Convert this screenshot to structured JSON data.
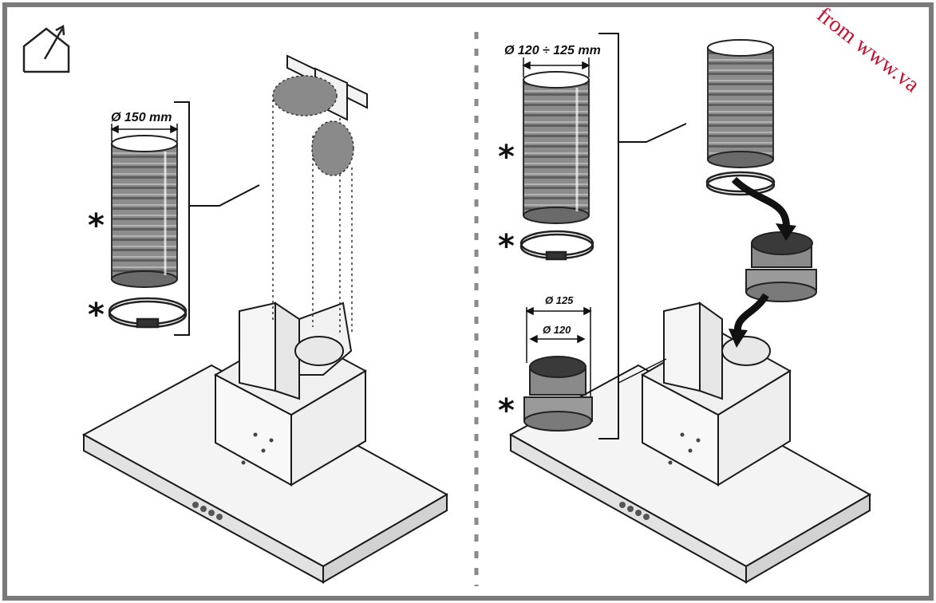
{
  "left_panel": {
    "duct_diameter_label": "Ø 150 mm",
    "asterisk_duct": "*",
    "asterisk_clamp": "*",
    "icon": "house-vent-icon"
  },
  "right_panel": {
    "duct_diameter_label": "Ø 120 ÷ 125 mm",
    "asterisk_duct": "*",
    "asterisk_clamp": "*",
    "asterisk_adapter": "*",
    "adapter_outer_label": "Ø 125",
    "adapter_inner_label": "Ø 120"
  },
  "watermark": {
    "text": "from www.va",
    "color": "#c8102e"
  },
  "colors": {
    "frame": "#7a7a7a",
    "duct_fill": "#8a8a8a",
    "dark_fill": "#555555",
    "line": "#1a1a1a"
  }
}
